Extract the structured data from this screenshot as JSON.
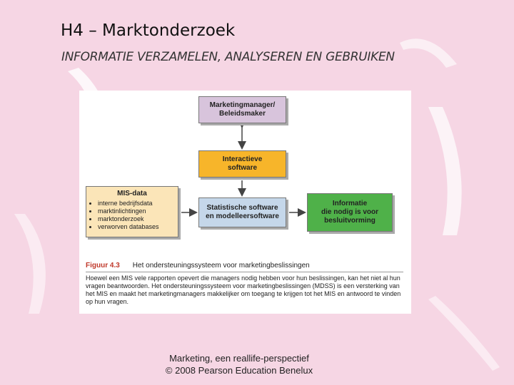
{
  "slide": {
    "title": "H4 – Marktonderzoek",
    "subtitle": "INFORMATIE VERZAMELEN, ANALYSEREN EN GEBRUIKEN"
  },
  "diagram": {
    "manager_box": "Marketingmanager/\nBeleidsmaker",
    "software_box": "Interactieve\nsoftware",
    "stat_box": "Statistische software\nen modelleersoftware",
    "info_box": "Informatie\ndie nodig is voor\nbesluitvorming",
    "mis_box": {
      "title": "MIS-data",
      "items": [
        "interne bedrijfsdata",
        "marktinlichtingen",
        "marktonderzoek",
        "verworven databases"
      ]
    },
    "colors": {
      "manager": "#d8c4dc",
      "software": "#f7b52a",
      "stat": "#c5d7ea",
      "info": "#4fb149",
      "mis": "#fbe5b8"
    }
  },
  "caption": {
    "figure_number": "Figuur 4.3",
    "figure_title": "Het ondersteuningssysteem voor marketingbeslissingen",
    "text": "Hoewel een MIS vele rapporten opevert die managers nodig hebben voor hun beslissingen, kan het niet al hun vragen beantwoorden. Het ondersteuningssysteem voor marketingbeslissingen (MDSS) is een versterking van het MIS en maakt het marketingmanagers makkelijker om toegang te krijgen tot het MIS en antwoord te vinden op hun vragen."
  },
  "footer": {
    "line1": "Marketing, een reallife-perspectief",
    "line2": "© 2008 Pearson Education Benelux"
  }
}
